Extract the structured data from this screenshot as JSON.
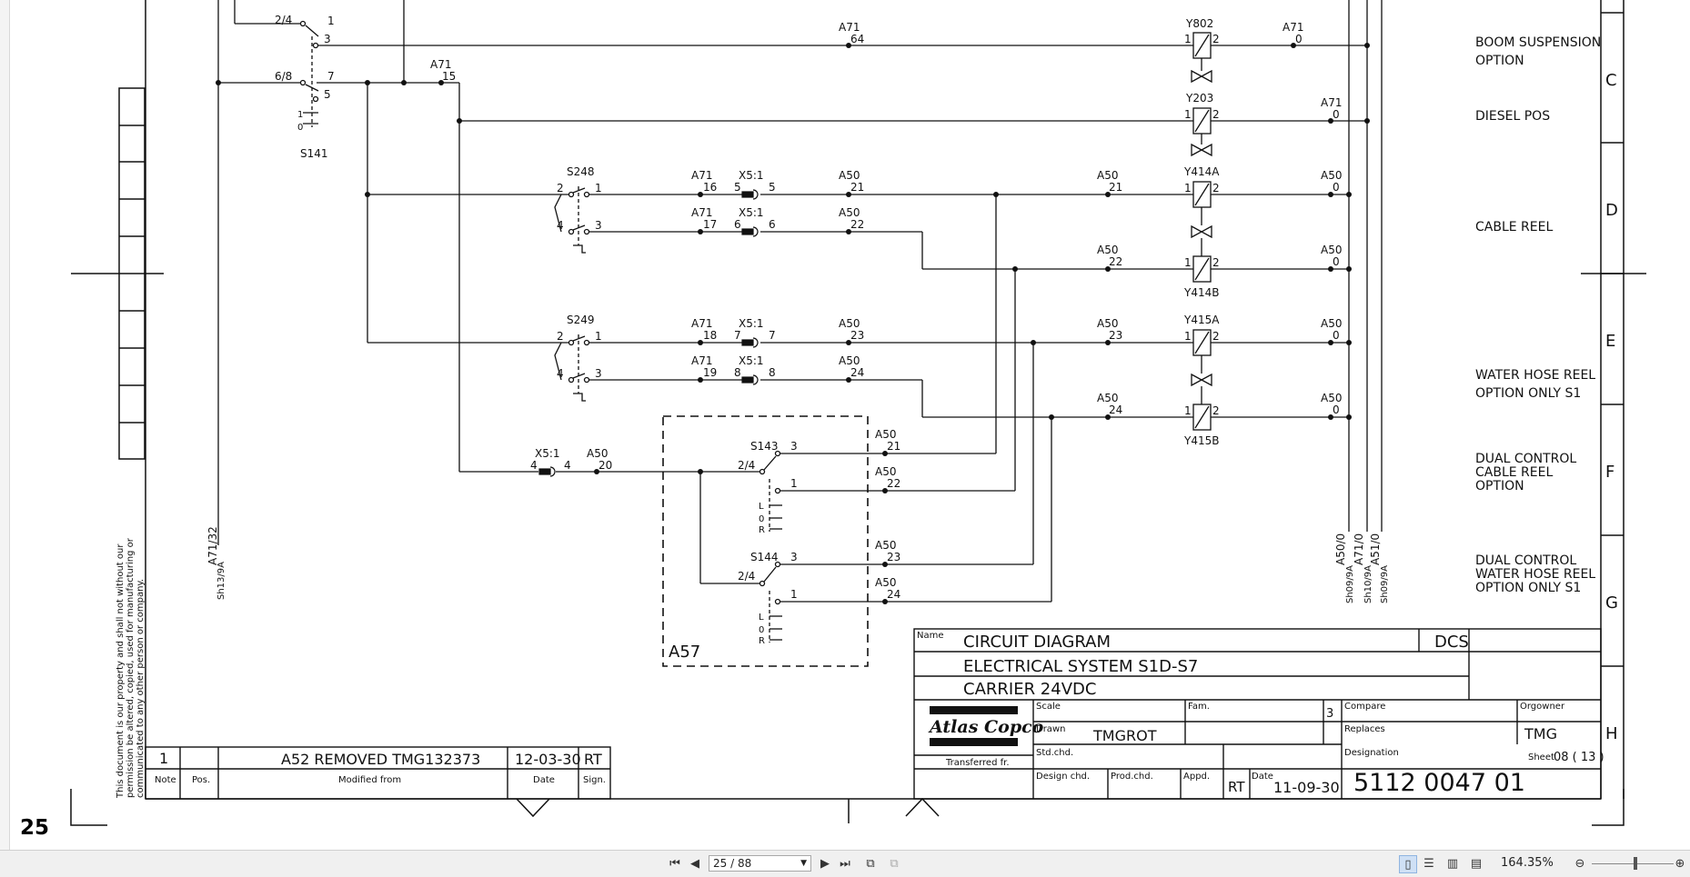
{
  "page_number": "25",
  "rows": [
    "C",
    "D",
    "E",
    "F",
    "G",
    "H"
  ],
  "labels": {
    "boom": [
      "BOOM SUSPENSION",
      "OPTION"
    ],
    "diesel": "DIESEL POS",
    "cable": "CABLE REEL",
    "water": [
      "WATER HOSE REEL",
      "OPTION ONLY S1"
    ],
    "dual_cable": [
      "DUAL CONTROL",
      "CABLE REEL",
      "OPTION"
    ],
    "dual_water": [
      "DUAL CONTROL",
      "WATER HOSE REEL",
      "OPTION ONLY S1"
    ]
  },
  "components": {
    "y802": "Y802",
    "y203": "Y203",
    "y414a": "Y414A",
    "y414b": "Y414B",
    "y415a": "Y415A",
    "y415b": "Y415B",
    "s141": "S141",
    "s248": "S248",
    "s249": "S249",
    "s143": "S143",
    "s144": "S144",
    "a57": "A57",
    "x51": "X5:1"
  },
  "wires": {
    "a71": "A71",
    "a50": "A50",
    "w64": "64",
    "w15": "15",
    "w16": "16",
    "w17": "17",
    "w18": "18",
    "w19": "19",
    "w20": "20",
    "w21": "21",
    "w22": "22",
    "w23": "23",
    "w24": "24",
    "w0": "0",
    "n1": "1",
    "n2": "2",
    "n3": "3",
    "n4": "4",
    "n5": "5",
    "n6": "6",
    "n7": "7",
    "n8": "8",
    "s24": "2/4",
    "s68": "6/8",
    "L": "L",
    "O": "0",
    "R": "R"
  },
  "vertical_refs": {
    "a71_32": "A71/32",
    "sh13": "Sh13/9A",
    "a50_0": "A50/0",
    "sh09a": "Sh09/9A",
    "a71_0": "A71/0",
    "sh10": "Sh10/9A",
    "a51_0": "A51/0",
    "sh09b": "Sh09/9A"
  },
  "disclaimer": [
    "This document is our property and shall not without our",
    "permission be altered, copied, used for manufacturing or",
    "communicated to any other person or company."
  ],
  "revision": {
    "note": "1",
    "modified_from": "A52 REMOVED TMG132373",
    "date": "12-03-30",
    "sign": "RT",
    "hdr_note": "Note",
    "hdr_pos": "Pos.",
    "hdr_modified": "Modified from",
    "hdr_date": "Date",
    "hdr_sign": "Sign."
  },
  "title_block": {
    "name_label": "Name",
    "title1": "CIRCUIT DIAGRAM",
    "dcs": "DCS",
    "title2": "ELECTRICAL SYSTEM S1D-S7",
    "title3": "CARRIER 24VDC",
    "logo": "Atlas Copco",
    "transferred": "Transferred fr.",
    "scale_label": "Scale",
    "fam_label": "Fam.",
    "fam_value": "3",
    "compare_label": "Compare",
    "orgowner_label": "Orgowner",
    "drawn_label": "Drawn",
    "drawn_value": "TMGROT",
    "replaces_label": "Replaces",
    "orgowner_value": "TMG",
    "stdchd_label": "Std.chd.",
    "designation_label": "Designation",
    "sheet_label": "Sheet",
    "sheet_value": "08 ( 13 )",
    "design_label": "Design chd.",
    "prod_label": "Prod.chd.",
    "appd_label": "Appd.",
    "appd_value": "RT",
    "date_label": "Date",
    "date_value": "11-09-30",
    "designation_value": "5112 0047 01"
  },
  "toolbar": {
    "page_field": "25 / 88",
    "zoom": "164.35%"
  }
}
